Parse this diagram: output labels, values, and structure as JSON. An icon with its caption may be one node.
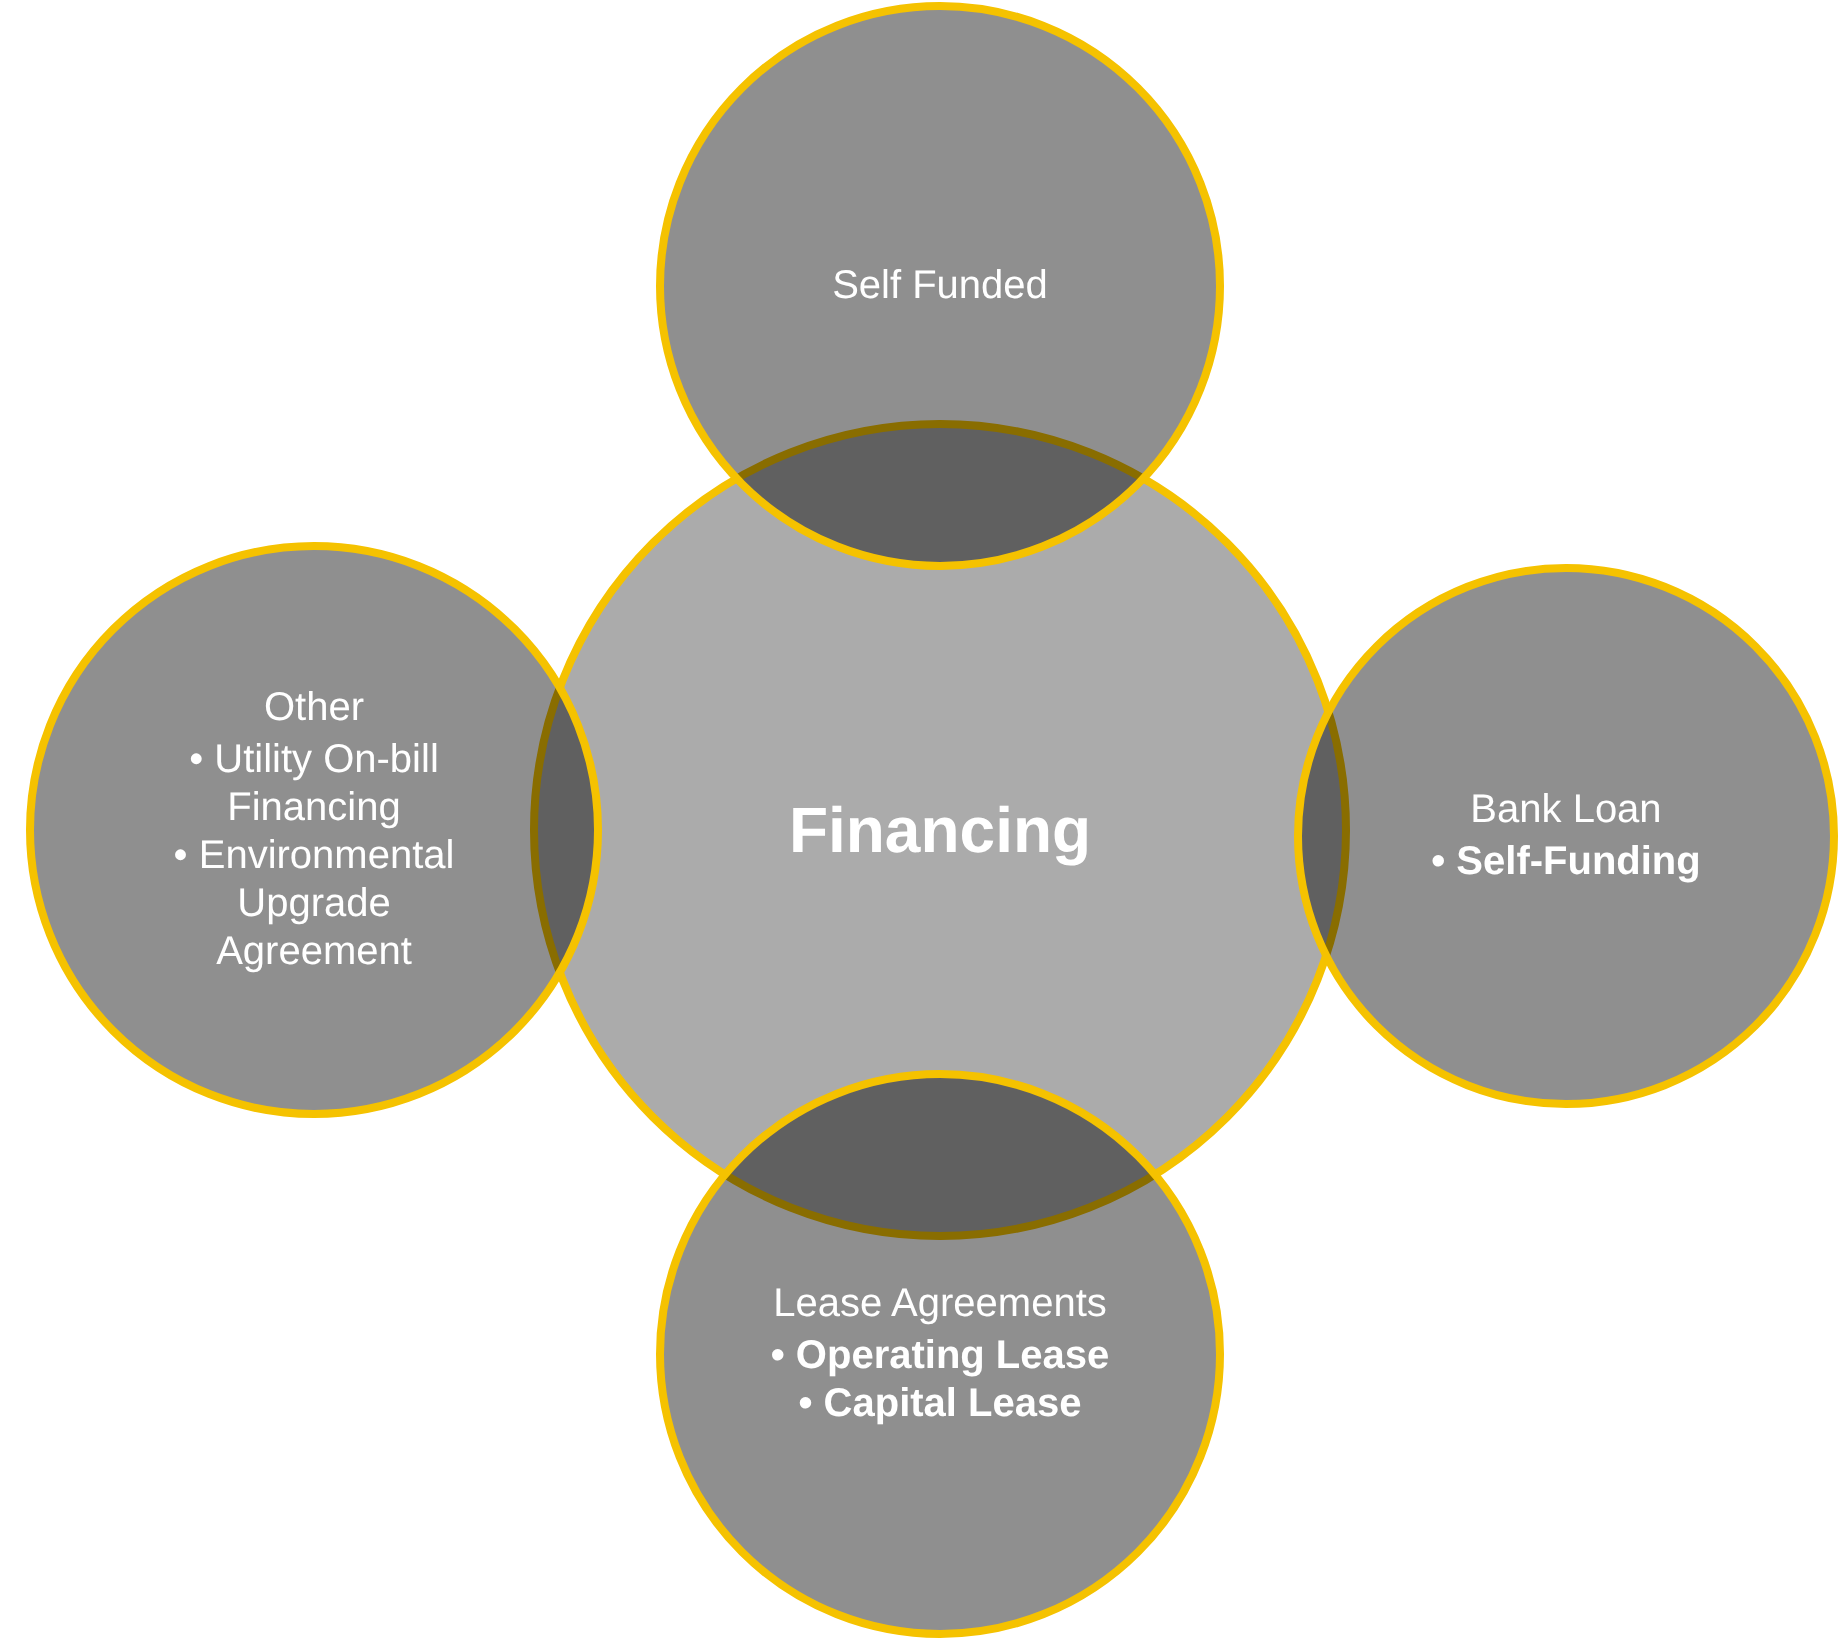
{
  "diagram": {
    "nodes": [
      {
        "text": [
          "Self Funded"
        ]
      },
      {
        "text": [
          "Other",
          "• Utility On-bill Financing",
          "• Environmental Upgrade Agreement"
        ]
      },
      {
        "text": [
          "Financing"
        ]
      },
      {
        "text": [
          "Bank Loan",
          "• Self-Funding"
        ]
      },
      {
        "text": [
          "Lease Agreements",
          "• Operating Lease",
          "• Capital Lease"
        ]
      }
    ]
  }
}
